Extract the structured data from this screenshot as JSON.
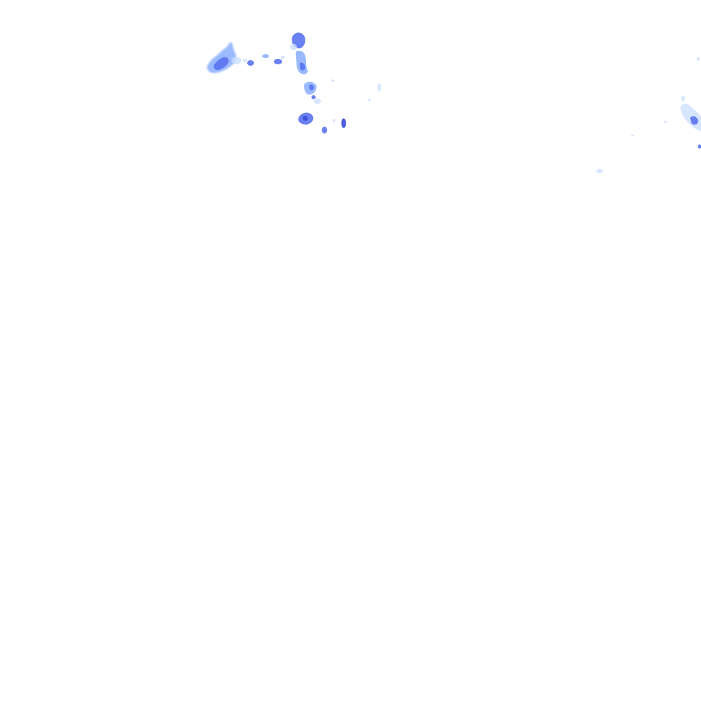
{
  "map": {
    "kind": "weather-radar-overlay",
    "background_color": "#ffffff",
    "precipitation_colors": {
      "light": "#c9ddff",
      "moderate": "#8fb3ff",
      "heavy": "#5b73f0",
      "intense": "#3a4ed8"
    },
    "echoes": [
      {
        "name": "echo-northwest-main",
        "intensity": "moderate"
      },
      {
        "name": "echo-northwest-cells",
        "intensity": "heavy"
      },
      {
        "name": "echo-north-central-line",
        "intensity": "heavy"
      },
      {
        "name": "echo-north-central-south",
        "intensity": "intense"
      },
      {
        "name": "echo-north-small",
        "intensity": "light"
      },
      {
        "name": "echo-east-edge",
        "intensity": "heavy"
      },
      {
        "name": "echo-east-scattered",
        "intensity": "light"
      }
    ]
  }
}
